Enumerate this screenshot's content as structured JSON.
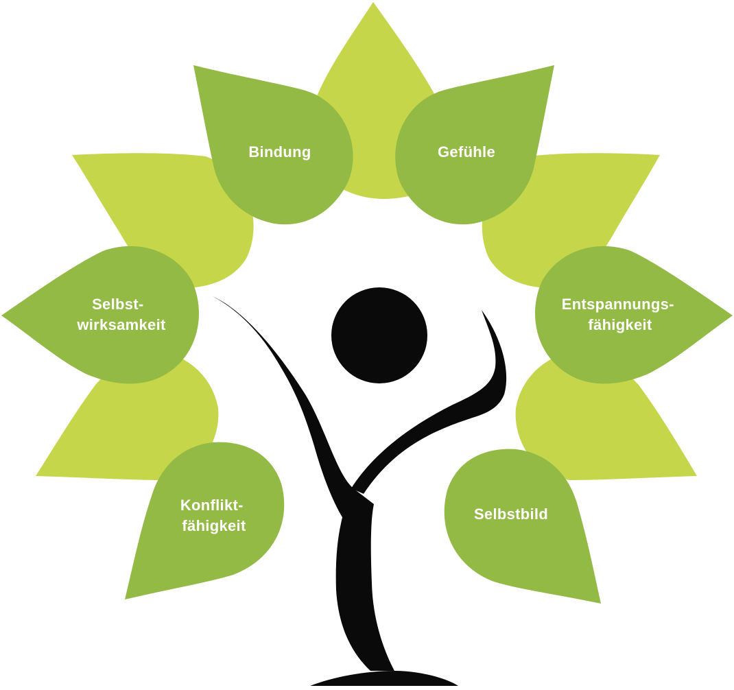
{
  "colors": {
    "light_leaf": "#c5d64a",
    "dark_leaf": "#93ba45",
    "figure": "#0a0a0a",
    "label": "#ffffff"
  },
  "leaves": {
    "bindung": {
      "lines": [
        "Bindung"
      ]
    },
    "gefuehle": {
      "lines": [
        "Gefühle"
      ]
    },
    "selbstwirksamkeit": {
      "lines": [
        "Selbst-",
        "wirksamkeit"
      ]
    },
    "entspannungsfaehigkeit": {
      "lines": [
        "Entspannungs-",
        "fähigkeit"
      ]
    },
    "konfliktfaehigkeit": {
      "lines": [
        "Konflikt-",
        "fähigkeit"
      ]
    },
    "selbstbild": {
      "lines": [
        "Selbstbild"
      ]
    }
  }
}
